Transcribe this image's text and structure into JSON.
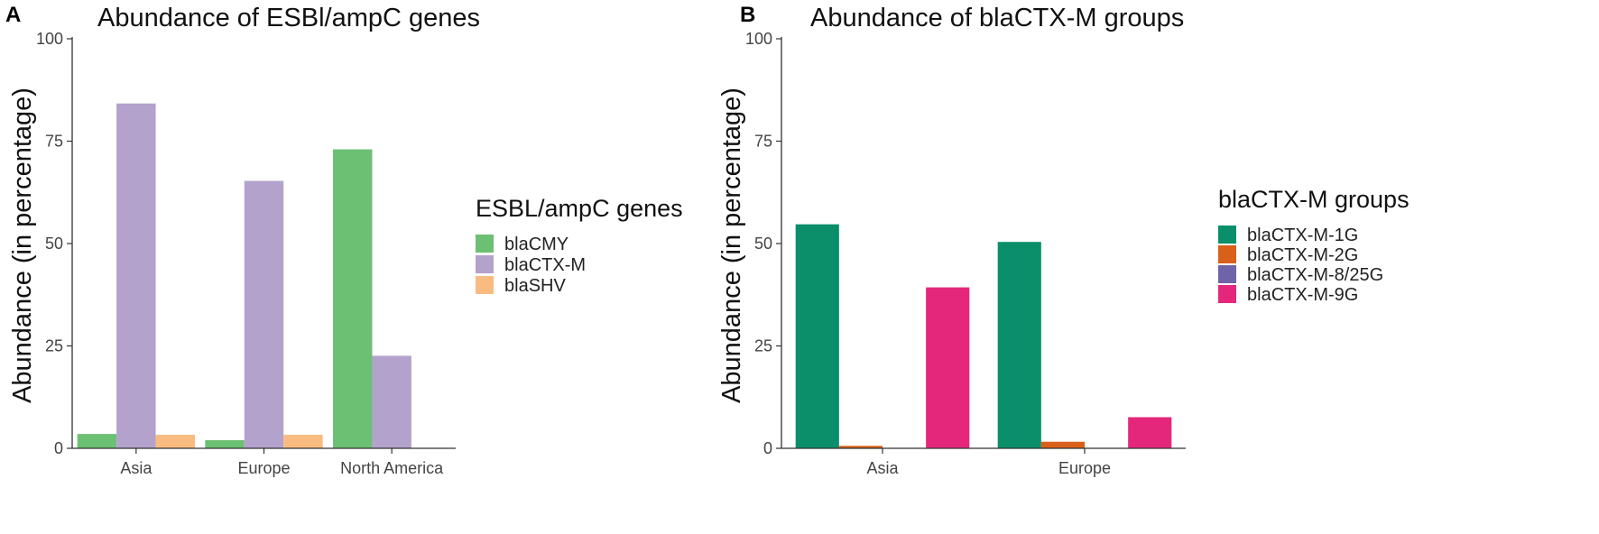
{
  "chart_data": [
    {
      "panel": "A",
      "type": "bar",
      "title": "Abundance of ESBl/ampC genes",
      "xlabel": "",
      "ylabel": "Abundance (in percentage)",
      "ylim": [
        0,
        100
      ],
      "yticks": [
        "0",
        "25",
        "50",
        "75",
        "100"
      ],
      "grid": false,
      "categories": [
        "Asia",
        "Europe",
        "North America"
      ],
      "legend": {
        "title": "ESBL/ampC genes",
        "position": "right"
      },
      "series": [
        {
          "name": "blaCMY",
          "color": "#6cc073",
          "values": [
            3.5,
            2.0,
            73.0
          ]
        },
        {
          "name": "blaCTX-M",
          "color": "#b3a2cc",
          "values": [
            84.2,
            65.3,
            22.6
          ]
        },
        {
          "name": "blaSHV",
          "color": "#f9bb80",
          "values": [
            3.3,
            3.3,
            null
          ]
        }
      ]
    },
    {
      "panel": "B",
      "type": "bar",
      "title": "Abundance of blaCTX-M groups",
      "xlabel": "",
      "ylabel": "Abundance (in percentage)",
      "ylim": [
        0,
        100
      ],
      "yticks": [
        "0",
        "25",
        "50",
        "75",
        "100"
      ],
      "grid": false,
      "categories": [
        "Asia",
        "Europe"
      ],
      "legend": {
        "title": "blaCTX-M groups",
        "position": "right"
      },
      "series": [
        {
          "name": "blaCTX-M-1G",
          "color": "#0a8f6a",
          "values": [
            54.7,
            50.4
          ]
        },
        {
          "name": "blaCTX-M-2G",
          "color": "#d8601a",
          "values": [
            0.6,
            1.6
          ]
        },
        {
          "name": "blaCTX-M-8/25G",
          "color": "#7064a8",
          "values": [
            null,
            null
          ]
        },
        {
          "name": "blaCTX-M-9G",
          "color": "#e4277b",
          "values": [
            39.3,
            7.6
          ]
        }
      ]
    }
  ]
}
